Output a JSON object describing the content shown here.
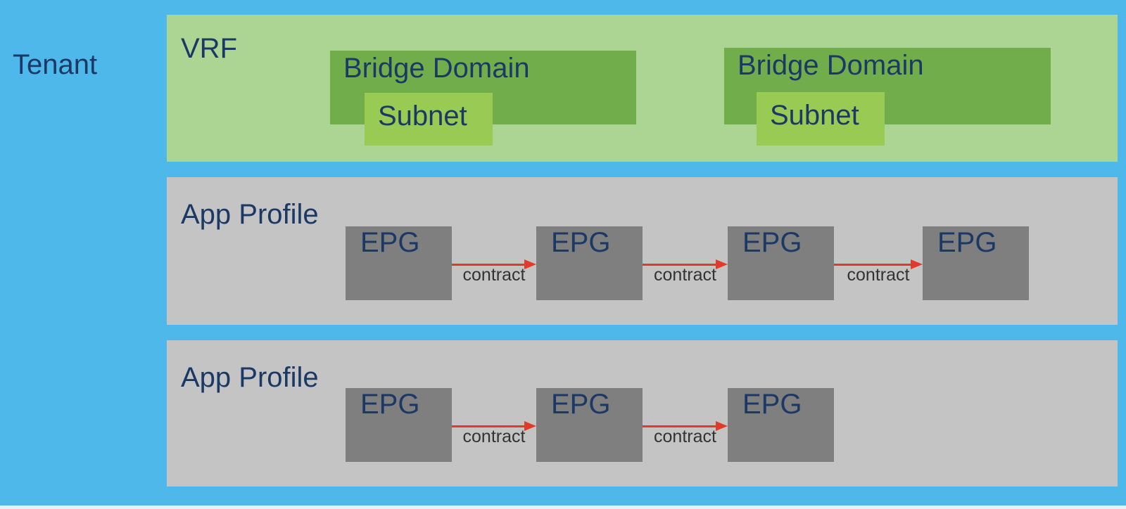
{
  "tenant_label": "Tenant",
  "vrf": {
    "label": "VRF",
    "bridge_domains": [
      {
        "label": "Bridge Domain",
        "subnet_label": "Subnet"
      },
      {
        "label": "Bridge Domain",
        "subnet_label": "Subnet"
      }
    ]
  },
  "app_profiles": [
    {
      "label": "App Profile",
      "epgs": [
        "EPG",
        "EPG",
        "EPG",
        "EPG"
      ],
      "contracts": [
        "contract",
        "contract",
        "contract"
      ]
    },
    {
      "label": "App Profile",
      "epgs": [
        "EPG",
        "EPG",
        "EPG"
      ],
      "contracts": [
        "contract",
        "contract"
      ]
    }
  ],
  "colors": {
    "background_blue": "#4DB8E9",
    "vrf_green": "#ACD493",
    "bridge_domain_green": "#71AE4B",
    "subnet_green": "#99CA53",
    "app_profile_gray": "#C4C4C4",
    "epg_gray": "#7E7F7E",
    "label_navy": "#1C3966",
    "contract_red": "#E13A2D",
    "contract_text": "#333333"
  }
}
